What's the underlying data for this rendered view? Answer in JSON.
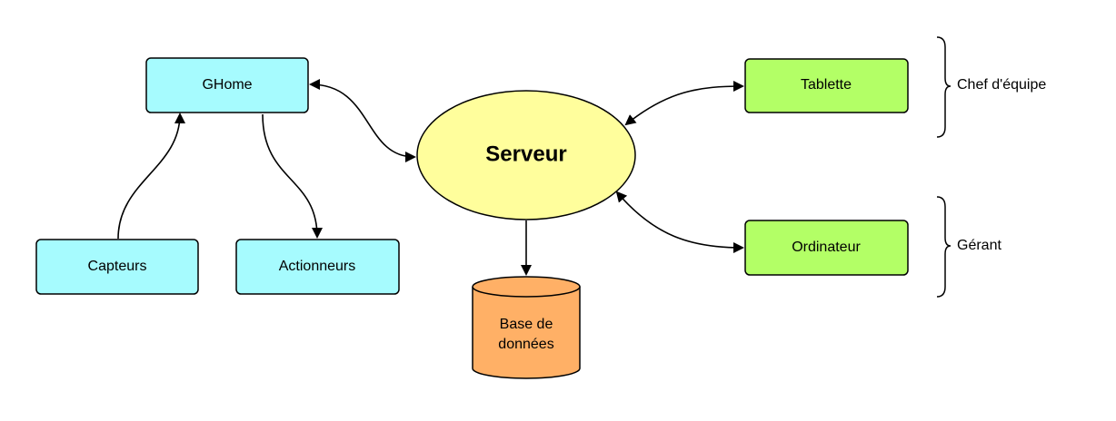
{
  "nodes": {
    "ghome": "GHome",
    "capteurs": "Capteurs",
    "actionneurs": "Actionneurs",
    "serveur": "Serveur",
    "base_line1": "Base de",
    "base_line2": "données",
    "tablette": "Tablette",
    "ordinateur": "Ordinateur"
  },
  "groups": {
    "chef": "Chef d'équipe",
    "gerant": "Gérant"
  },
  "colors": {
    "device_cyan": "#a6fbfe",
    "client_green": "#b3ff66",
    "server_yellow": "#fffe9c",
    "database_orange": "#ffb066",
    "stroke": "#000000"
  }
}
